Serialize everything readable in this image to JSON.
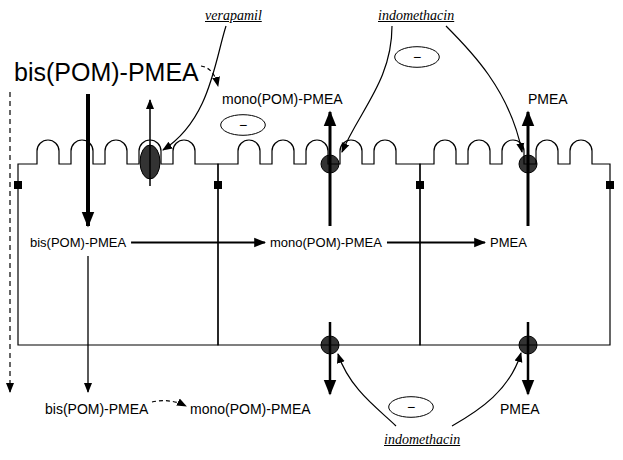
{
  "diagram": {
    "nodes": [
      {
        "text": [
          "−"
        ]
      },
      {
        "text": [
          "−"
        ]
      },
      {
        "text": [
          "bis(POM)-PMEA"
        ]
      },
      {
        "text": [
          "mono(POM)-PMEA"
        ]
      },
      {
        "text": [
          "PMEA"
        ]
      },
      {
        "text": [
          "−"
        ]
      }
    ],
    "edges": [
      {
        "from": 2,
        "to": 3,
        "arrow": "to"
      },
      {
        "from": 3,
        "to": 4,
        "arrow": "to"
      }
    ],
    "labels": [
      "verapamil",
      "indomethacin",
      "bis(POM)-PMEA",
      "mono(POM)-PMEA",
      "PMEA",
      "bis(POM)-PMEA",
      "mono(POM)-PMEA",
      "PMEA",
      "indomethacin"
    ]
  }
}
